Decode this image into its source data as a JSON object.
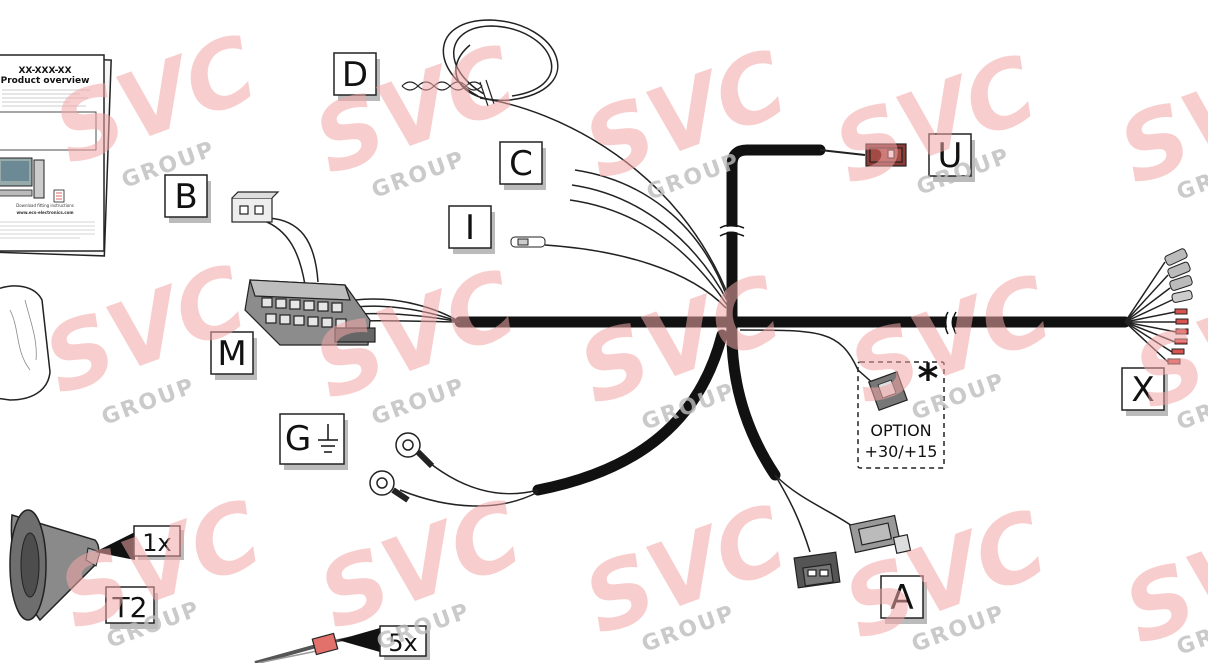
{
  "labels": {
    "D": "D",
    "C": "C",
    "I": "I",
    "B": "B",
    "M": "M",
    "G": "G",
    "U": "U",
    "X": "X",
    "A": "A",
    "T2": "T2",
    "qty_1x": "1x",
    "qty_5x": "5x"
  },
  "option": {
    "star": "*",
    "line1": "OPTION",
    "line2": "+30/+15"
  },
  "document": {
    "code": "XX-XXX-XX",
    "title": "Product overview",
    "footer1": "Download fitting instructions",
    "footer2": "www.ecs-electronics.com"
  },
  "watermark": {
    "brand": "SVC",
    "group": "GROUP"
  },
  "colors": {
    "harness": "#111111",
    "watermark": "#f2a6a6",
    "connector_red": "#d9534f",
    "connector_grey": "#555555"
  }
}
